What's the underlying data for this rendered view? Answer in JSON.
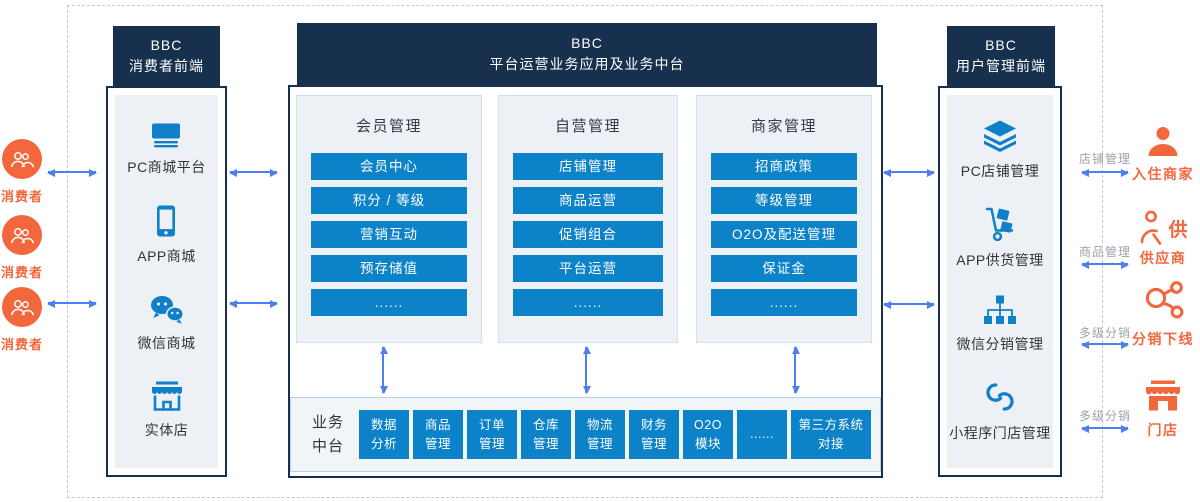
{
  "palette": {
    "navy": "#16304d",
    "button_blue": "#0c82c9",
    "icon_blue": "#1080c8",
    "arrow_blue": "#4d7ef2",
    "orange": "#f2673c",
    "panel_bg": "#edf1f5",
    "panel_border": "#cfe2f2",
    "bar_bg": "#f1f5f8",
    "bar_border": "#b7d0ea",
    "gray_text": "#9ba3ad"
  },
  "consumers": {
    "items": [
      {
        "icon": "consumers-icon",
        "label": "消费者"
      },
      {
        "icon": "consumers-icon",
        "label": "消费者"
      },
      {
        "icon": "consumers-icon",
        "label": "消费者"
      }
    ]
  },
  "front_left": {
    "title_line1": "BBC",
    "title_line2": "消费者前端",
    "items": [
      {
        "icon": "desktop-icon",
        "label": "PC商城平台"
      },
      {
        "icon": "smartphone-icon",
        "label": "APP商城"
      },
      {
        "icon": "wechat-icon",
        "label": "微信商城"
      },
      {
        "icon": "storefront-icon",
        "label": "实体店"
      }
    ]
  },
  "center": {
    "title_line1": "BBC",
    "title_line2": "平台运营业务应用及业务中台",
    "panels": [
      {
        "title": "会员管理",
        "buttons": [
          "会员中心",
          "积分 / 等级",
          "营销互动",
          "预存储值",
          "......"
        ]
      },
      {
        "title": "自营管理",
        "buttons": [
          "店铺管理",
          "商品运营",
          "促销组合",
          "平台运营",
          "......"
        ]
      },
      {
        "title": "商家管理",
        "buttons": [
          "招商政策",
          "等级管理",
          "O2O及配送管理",
          "保证金",
          "......"
        ]
      }
    ]
  },
  "mid_platform": {
    "label_line1": "业务",
    "label_line2": "中台",
    "modules": [
      {
        "line1": "数据",
        "line2": "分析"
      },
      {
        "line1": "商品",
        "line2": "管理"
      },
      {
        "line1": "订单",
        "line2": "管理"
      },
      {
        "line1": "仓库",
        "line2": "管理"
      },
      {
        "line1": "物流",
        "line2": "管理"
      },
      {
        "line1": "财务",
        "line2": "管理"
      },
      {
        "line1": "O2O",
        "line2": "模块"
      },
      {
        "line1": "......",
        "line2": ""
      },
      {
        "line1": "第三方系统",
        "line2": "对接"
      }
    ]
  },
  "front_right": {
    "title_line1": "BBC",
    "title_line2": "用户管理前端",
    "items": [
      {
        "icon": "layers-icon",
        "label": "PC店铺管理"
      },
      {
        "icon": "handtruck-icon",
        "label": "APP供货管理"
      },
      {
        "icon": "sitemap-icon",
        "label": "微信分销管理"
      },
      {
        "icon": "miniprogram-icon",
        "label": "小程序门店管理"
      }
    ]
  },
  "external_partners": {
    "items": [
      {
        "connection_label": "店铺管理",
        "icon": "merchant-icon",
        "name": "入住商家"
      },
      {
        "connection_label": "商品管理",
        "icon": "supplier-icon",
        "icon_text": "供",
        "name": "供应商"
      },
      {
        "connection_label": "多级分销",
        "icon": "distribution-icon",
        "name": "分销下线"
      },
      {
        "connection_label": "多级分销",
        "icon": "store-icon",
        "name": "门店"
      }
    ]
  }
}
